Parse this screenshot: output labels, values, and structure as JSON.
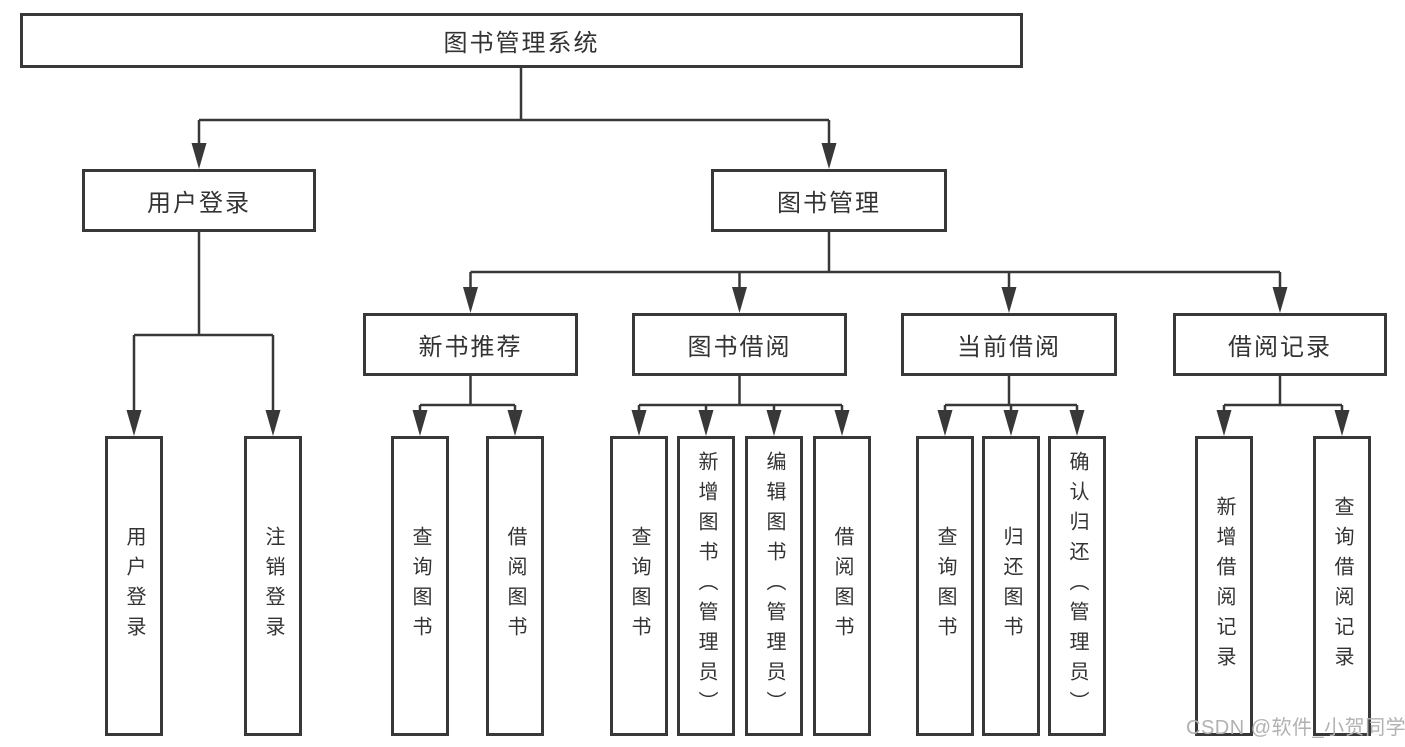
{
  "diagram": {
    "title": "图书管理系统",
    "level2": [
      {
        "label": "用户登录"
      },
      {
        "label": "图书管理"
      }
    ],
    "level3": [
      {
        "label": "新书推荐"
      },
      {
        "label": "图书借阅"
      },
      {
        "label": "当前借阅"
      },
      {
        "label": "借阅记录"
      }
    ],
    "leaves": {
      "userLogin": [
        "用户登录",
        "注销登录"
      ],
      "newBookRecommend": [
        "查询图书",
        "借阅图书"
      ],
      "bookBorrow": [
        "查询图书",
        "新增图书（管理员）",
        "编辑图书（管理员）",
        "借阅图书"
      ],
      "currentBorrow": [
        "查询图书",
        "归还图书",
        "确认归还（管理员）"
      ],
      "borrowRecords": [
        "新增借阅记录",
        "查询借阅记录"
      ]
    }
  },
  "watermark": "CSDN @软件_小贺同学",
  "colors": {
    "line": "#383838",
    "box_border": "#383838",
    "text": "#333333",
    "watermark": "#b3b1b1",
    "background": "#ffffff"
  }
}
